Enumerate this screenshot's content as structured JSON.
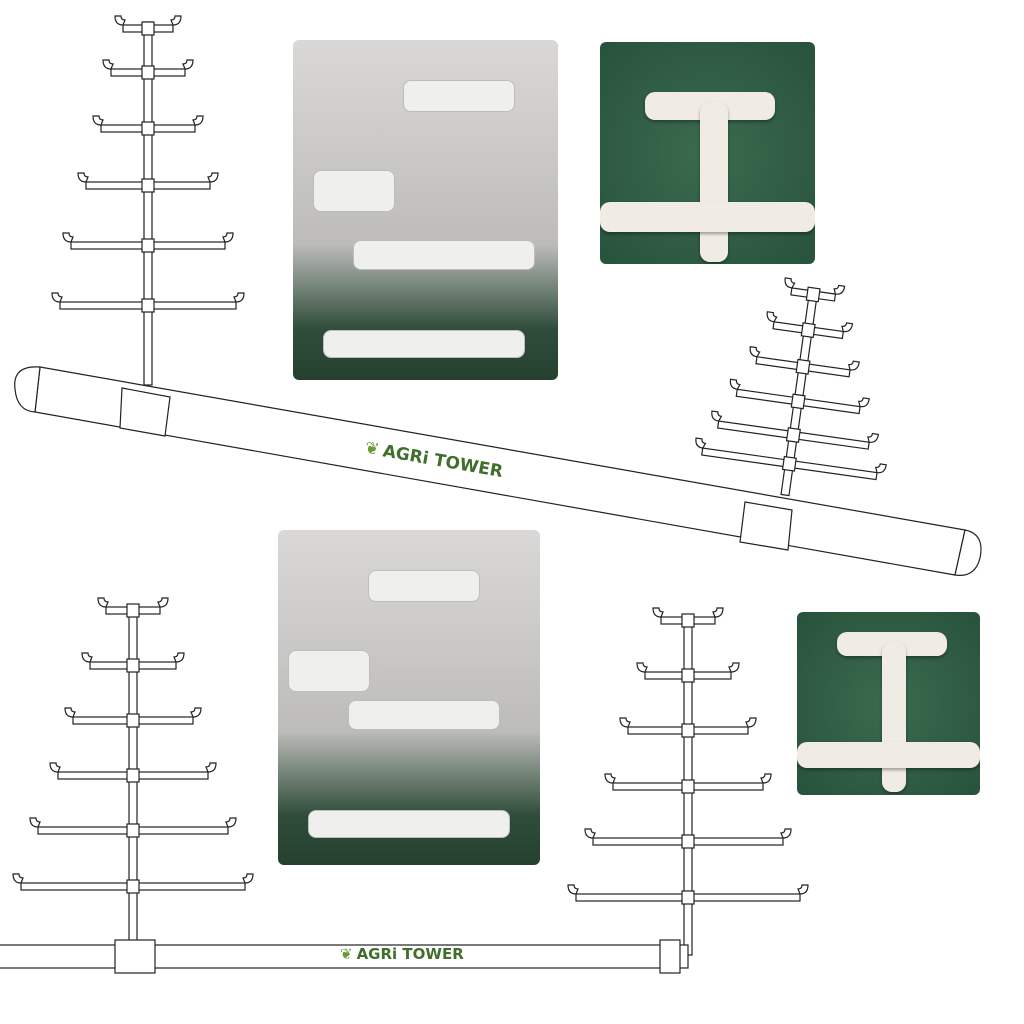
{
  "brand": {
    "name": "AGRi TOWER",
    "color": "#3f6f2a",
    "leaf_color": "#6a9a33"
  },
  "logo_icon": "leaf-sprout-icon",
  "photos": [
    {
      "name": "tower-assembly-photo-top"
    },
    {
      "name": "tee-fitting-closeup-top"
    },
    {
      "name": "tower-assembly-photo-bottom"
    },
    {
      "name": "tee-fitting-closeup-bottom"
    }
  ]
}
